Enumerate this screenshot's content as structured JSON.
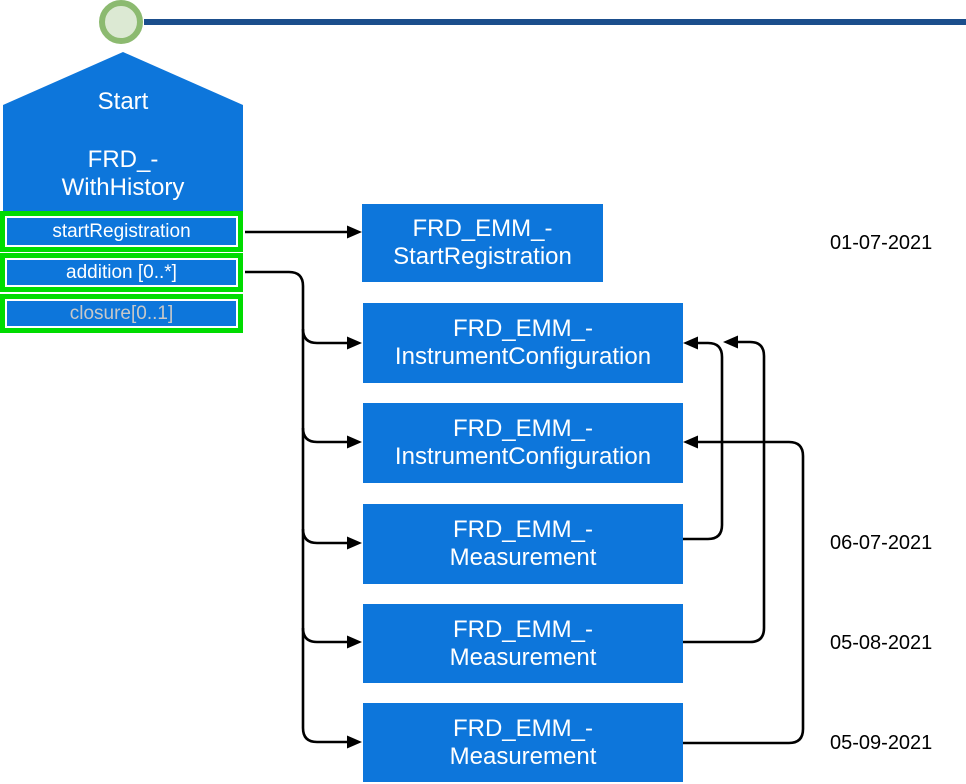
{
  "colors": {
    "node_blue": "#0D76DB",
    "green_border": "#00DC00",
    "timeline_blue": "#1B4E8C",
    "circle_ring": "#8CBA70",
    "circle_fill": "#DCE9D3",
    "muted_text": "#C8C8C8",
    "arrow_black": "#000000"
  },
  "start_node": {
    "title": "Start",
    "name_line1": "FRD_-",
    "name_line2": "WithHistory"
  },
  "transitions": [
    {
      "label": "startRegistration"
    },
    {
      "label": "addition [0..*]"
    },
    {
      "label": "closure[0..1]"
    }
  ],
  "nodes": [
    {
      "line1": "FRD_EMM_-",
      "line2": "StartRegistration"
    },
    {
      "line1": "FRD_EMM_-",
      "line2": "InstrumentConfiguration"
    },
    {
      "line1": "FRD_EMM_-",
      "line2": "InstrumentConfiguration"
    },
    {
      "line1": "FRD_EMM_-",
      "line2": "Measurement"
    },
    {
      "line1": "FRD_EMM_-",
      "line2": "Measurement"
    },
    {
      "line1": "FRD_EMM_-",
      "line2": "Measurement"
    }
  ],
  "dates": [
    "01-07-2021",
    "06-07-2021",
    "05-08-2021",
    "05-09-2021"
  ]
}
